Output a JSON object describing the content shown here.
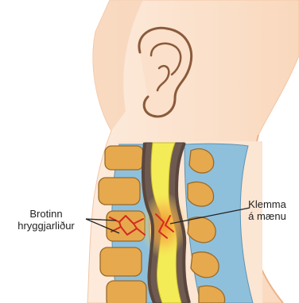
{
  "labels": {
    "fractured_vertebra": {
      "line1": "Brotinn",
      "line2": "hryggjarliður"
    },
    "spinal_cord_compression": {
      "line1": "Klemma",
      "line2": "á mænu"
    }
  },
  "colors": {
    "skin": "#fce3cf",
    "skin_edge": "#f4c9a8",
    "bone": "#e6a94e",
    "bone_outline": "#9a6a2a",
    "disc": "#8ec0dc",
    "spinal_canal_wall": "#6e5a50",
    "spinal_cord": "#f4ec56",
    "injury": "#d42a1f",
    "injury_glow": "#f39a3c",
    "line": "#222222"
  },
  "icons": {
    "ear": "ear-icon"
  }
}
